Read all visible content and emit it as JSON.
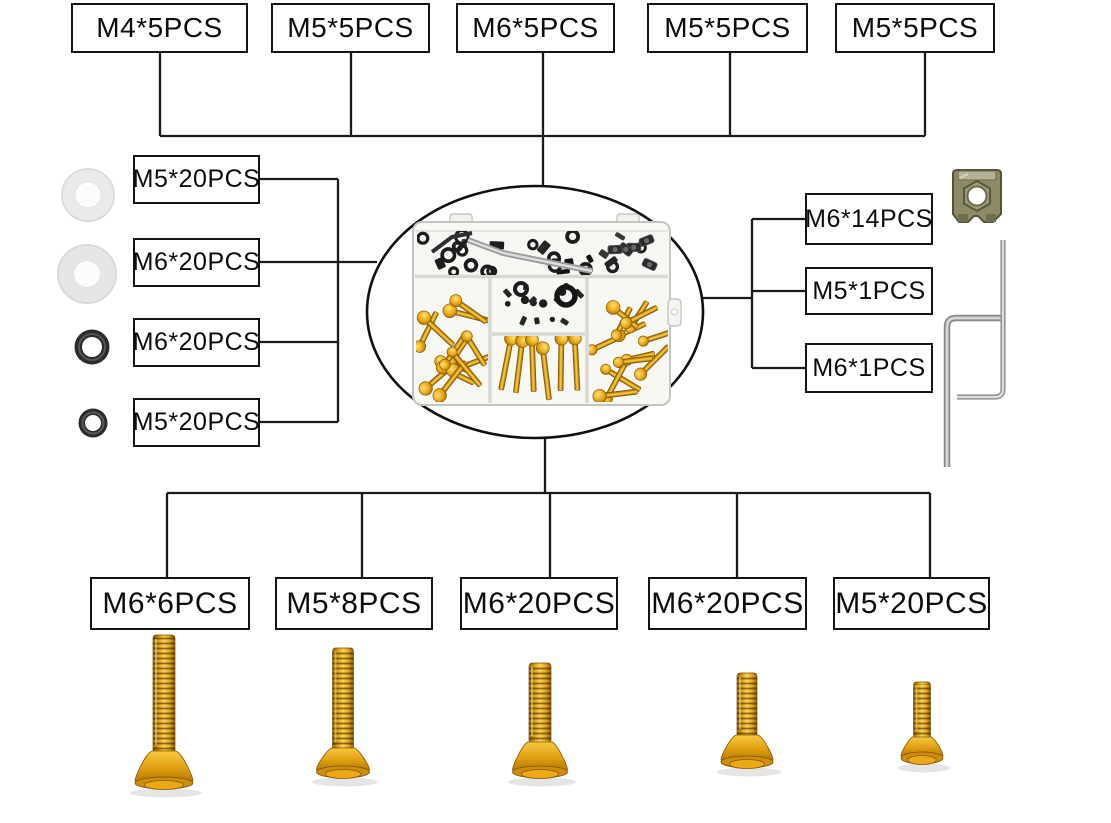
{
  "labels": {
    "top": [
      "M4*5PCS",
      "M5*5PCS",
      "M6*5PCS",
      "M5*5PCS",
      "M5*5PCS"
    ],
    "left": [
      "M5*20PCS",
      "M6*20PCS",
      "M6*20PCS",
      "M5*20PCS"
    ],
    "right": [
      "M6*14PCS",
      "M5*1PCS",
      "M6*1PCS"
    ],
    "bottom": [
      "M6*6PCS",
      "M5*8PCS",
      "M6*20PCS",
      "M6*20PCS",
      "M5*20PCS"
    ]
  },
  "parts": {
    "center_image": "fairing-bolt-kit-organizer-box",
    "left_column_images": [
      "white-nylon-washer",
      "white-nylon-washer-large",
      "black-rubber-grommet",
      "black-rubber-grommet-small"
    ],
    "right_column_images": [
      "u-clip-speed-nut",
      "allen-hex-key-small",
      "allen-hex-key-large"
    ],
    "bottom_row_images": [
      "gold-flange-bolt-xl",
      "gold-flange-bolt-l",
      "gold-flange-bolt-m",
      "gold-flange-bolt-s",
      "gold-flange-bolt-xs"
    ]
  },
  "colors": {
    "background": "#ffffff",
    "connector_line": "#1b1b1b",
    "label_border": "#141414",
    "gold": "#e8a614",
    "gold_dark": "#7a4f03",
    "gold_light": "#f8cf4e",
    "silver": "#c9c9c9",
    "clip_nut_olive": "#8d8a66",
    "black_parts": "#222222"
  }
}
